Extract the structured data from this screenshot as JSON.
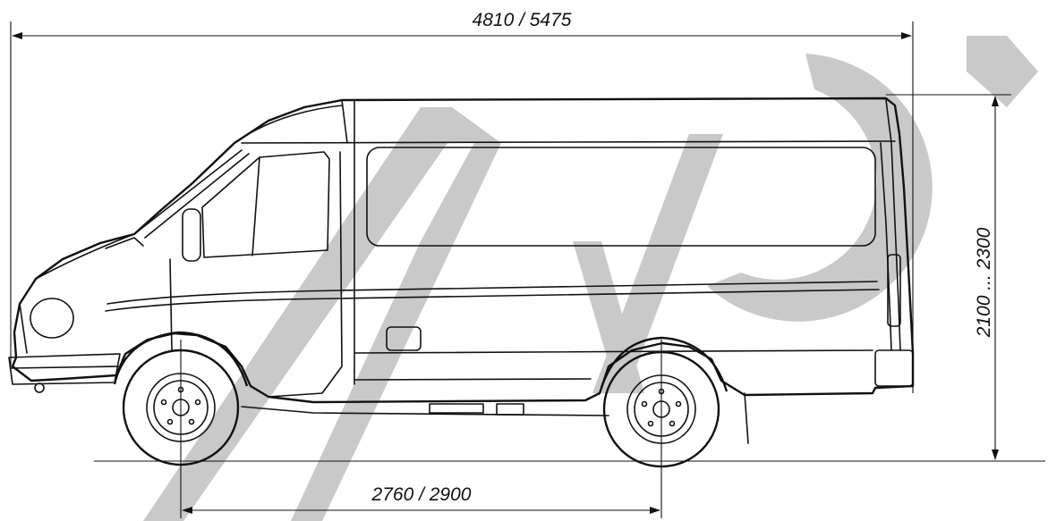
{
  "dimensions": {
    "overall_length": "4810 / 5475",
    "wheelbase": "2760 / 2900",
    "height": "2100 ... 2300"
  },
  "colors": {
    "line": "#111111",
    "watermark": "#c9c9c9",
    "background": "#ffffff"
  }
}
